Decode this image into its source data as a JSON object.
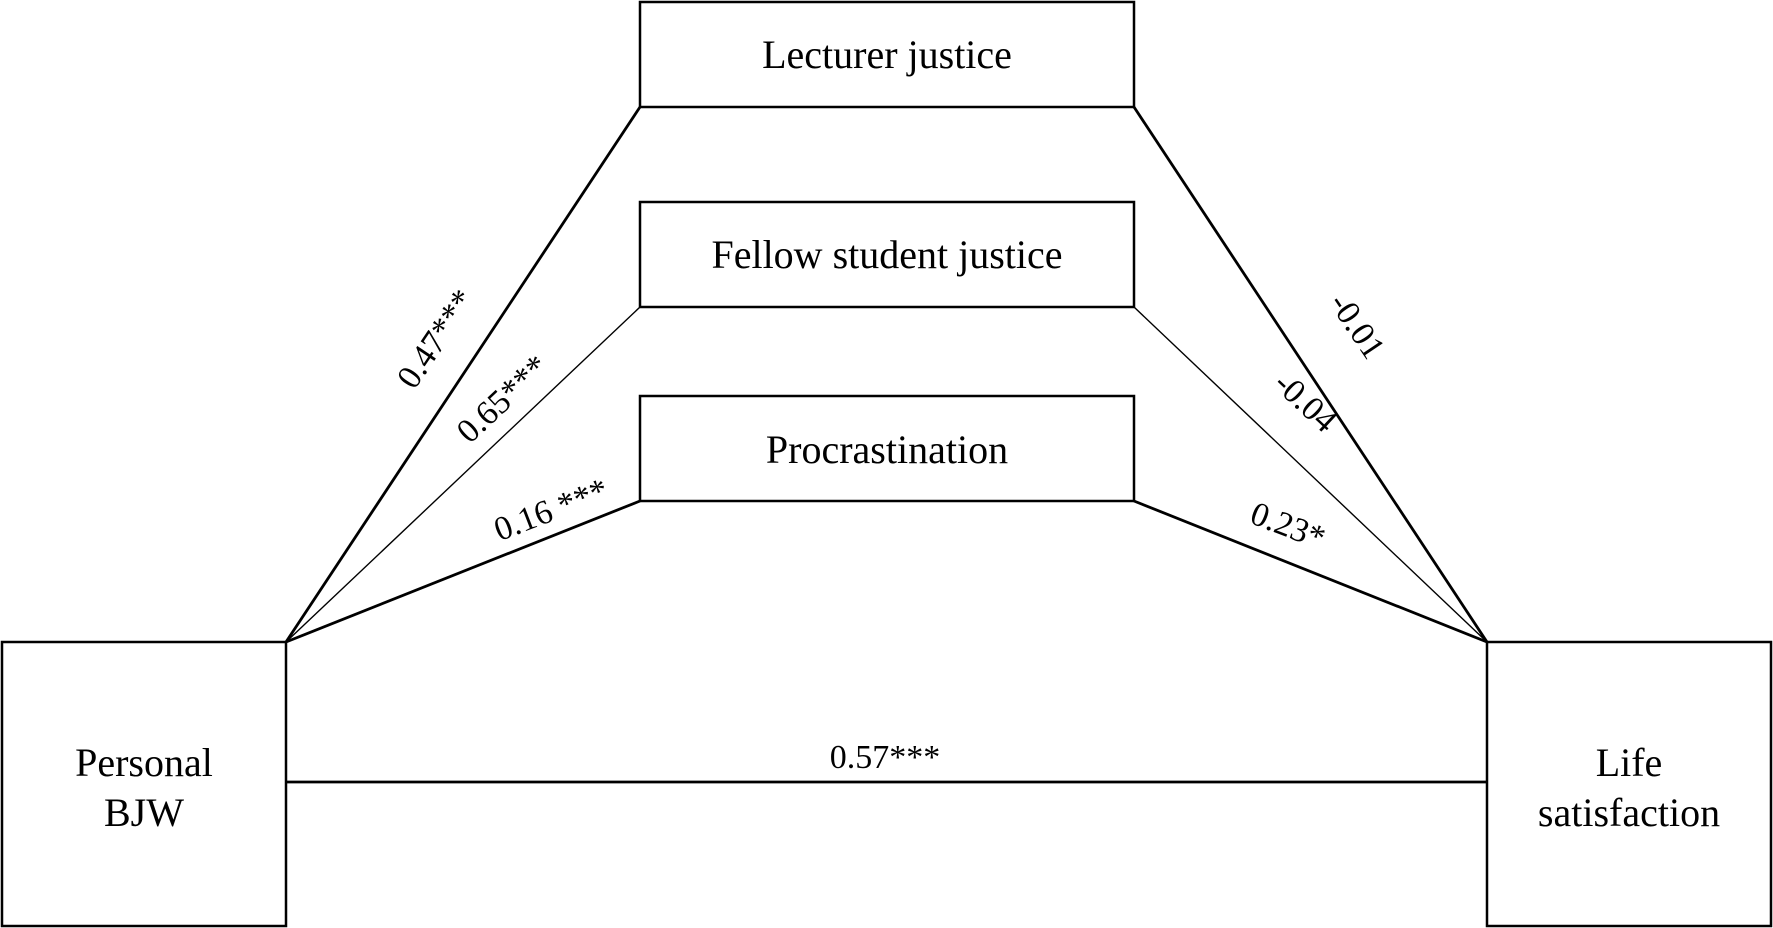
{
  "nodes": {
    "lecturer_justice": "Lecturer justice",
    "fellow_student_justice": "Fellow student justice",
    "procrastination": "Procrastination",
    "personal_bjw_line1": "Personal",
    "personal_bjw_line2": "BJW",
    "life_satisfaction_line1": "Life",
    "life_satisfaction_line2": "satisfaction"
  },
  "coefficients": {
    "bjw_to_lecturer": "0.47***",
    "bjw_to_fellow": "0.65***",
    "bjw_to_procrastination": "0.16 ***",
    "lecturer_to_life": "-0.01",
    "fellow_to_life": "-0.04",
    "procrastination_to_life": "0.23*",
    "bjw_to_life": "0.57***"
  }
}
